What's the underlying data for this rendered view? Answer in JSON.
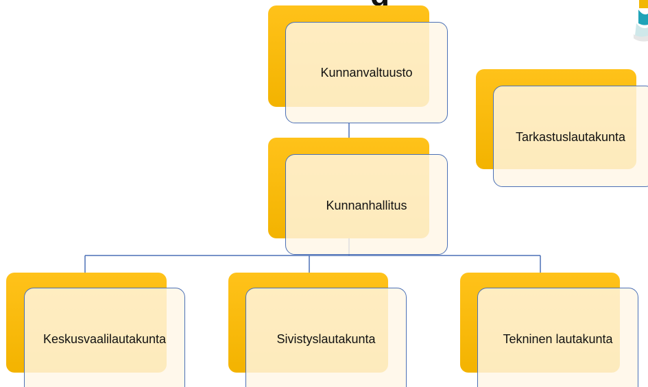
{
  "colors": {
    "shadow_fill": "#f5b800",
    "box_fill": "#fff7e6",
    "box_border": "#4a6fb5",
    "connector": "#4a6fb5"
  },
  "header": {
    "title_fragment": "g"
  },
  "org_chart": {
    "top": {
      "label": "Kunnanvaltuusto"
    },
    "audit": {
      "label": "Tarkastuslautakunta"
    },
    "board": {
      "label": "Kunnanhallitus"
    },
    "committees": [
      {
        "label": "Keskusvaalilautakunta"
      },
      {
        "label": "Sivistyslautakunta"
      },
      {
        "label": "Tekninen lautakunta"
      }
    ]
  },
  "logo": {
    "icon": "municipal-logo-icon"
  }
}
